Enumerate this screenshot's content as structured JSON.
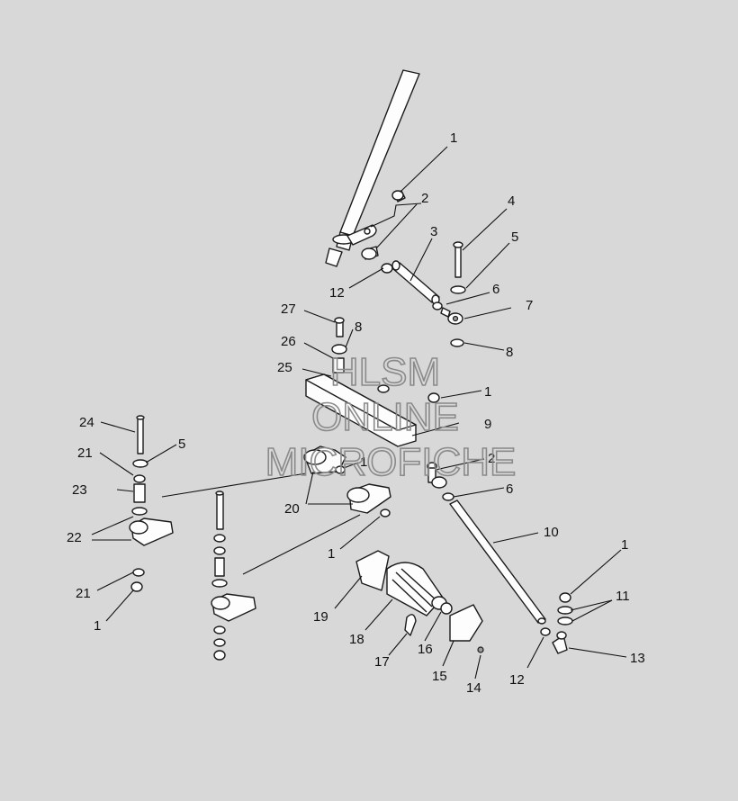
{
  "diagram": {
    "callouts": [
      {
        "id": "c1a",
        "label": "1"
      },
      {
        "id": "c2a",
        "label": "2"
      },
      {
        "id": "c3",
        "label": "3"
      },
      {
        "id": "c4",
        "label": "4"
      },
      {
        "id": "c5a",
        "label": "5"
      },
      {
        "id": "c12a",
        "label": "12"
      },
      {
        "id": "c6a",
        "label": "6"
      },
      {
        "id": "c7",
        "label": "7"
      },
      {
        "id": "c27",
        "label": "27"
      },
      {
        "id": "c8a",
        "label": "8"
      },
      {
        "id": "c26",
        "label": "26"
      },
      {
        "id": "c8b",
        "label": "8"
      },
      {
        "id": "c25",
        "label": "25"
      },
      {
        "id": "c1b",
        "label": "1"
      },
      {
        "id": "c9",
        "label": "9"
      },
      {
        "id": "c24",
        "label": "24"
      },
      {
        "id": "c5b",
        "label": "5"
      },
      {
        "id": "c21a",
        "label": "21"
      },
      {
        "id": "c1c",
        "label": "1"
      },
      {
        "id": "c2b",
        "label": "2"
      },
      {
        "id": "c23",
        "label": "23"
      },
      {
        "id": "c6b",
        "label": "6"
      },
      {
        "id": "c20",
        "label": "20"
      },
      {
        "id": "c22",
        "label": "22"
      },
      {
        "id": "c10",
        "label": "10"
      },
      {
        "id": "c1d",
        "label": "1"
      },
      {
        "id": "c1e",
        "label": "1"
      },
      {
        "id": "c11",
        "label": "11"
      },
      {
        "id": "c21b",
        "label": "21"
      },
      {
        "id": "c19",
        "label": "19"
      },
      {
        "id": "c1f",
        "label": "1"
      },
      {
        "id": "c18",
        "label": "18"
      },
      {
        "id": "c16",
        "label": "16"
      },
      {
        "id": "c13",
        "label": "13"
      },
      {
        "id": "c17",
        "label": "17"
      },
      {
        "id": "c15",
        "label": "15"
      },
      {
        "id": "c12b",
        "label": "12"
      },
      {
        "id": "c14",
        "label": "14"
      }
    ],
    "watermark": {
      "line1": "HLSM",
      "line2": "ONLINE",
      "line3": "MICROFICHE",
      "color": "#8a8a8a"
    }
  },
  "colors": {
    "background": "#d8d8d8",
    "line": "#1a1a1a"
  }
}
